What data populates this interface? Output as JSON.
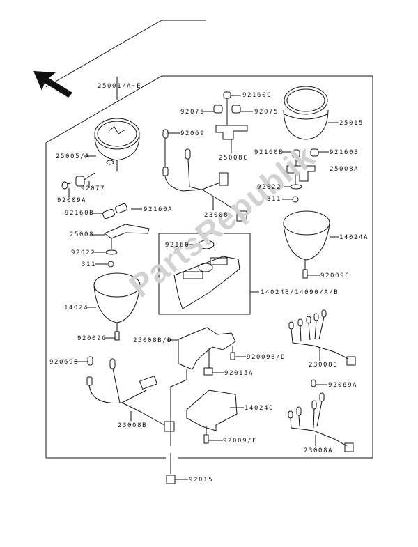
{
  "diagram": {
    "title": "Meter / Instrument Cluster parts diagram",
    "watermark": "PartsRepublik",
    "direction_arrow": "front-arrow-icon",
    "assembly_label": "25001/A~E",
    "labels": {
      "l25001": "25001/A~E",
      "l92160C": "92160C",
      "l92075a": "92075",
      "l92075b": "92075",
      "l92069": "92069",
      "l25008C": "25008C",
      "l25015": "25015",
      "l25005": "25005/A",
      "l92077": "92077",
      "l92009A": "92009A",
      "l92160Ba": "92160B",
      "l92160Bb": "92160B",
      "l25008A": "25008A",
      "l92022a": "92022",
      "l311a": "311",
      "l23008": "23008",
      "l92160Bc": "92160B",
      "l92160A": "92160A",
      "l25008": "25008",
      "l92022b": "92022",
      "l311b": "311",
      "l14024A": "14024A",
      "l92160": "92160",
      "l14024": "14024",
      "l92009Ca": "92009C",
      "l14024B": "14024B/14090/A/B",
      "l92009Cb": "92009C",
      "l25008BD": "25008B/D",
      "l92009BD": "92009B/D",
      "l23008C": "23008C",
      "l92069B": "92069B",
      "l92015A": "92015A",
      "l14024C": "14024C",
      "l92069A": "92069A",
      "l23008B": "23008B",
      "l92009E": "92009/E",
      "l23008A": "23008A",
      "l92015": "92015"
    }
  }
}
